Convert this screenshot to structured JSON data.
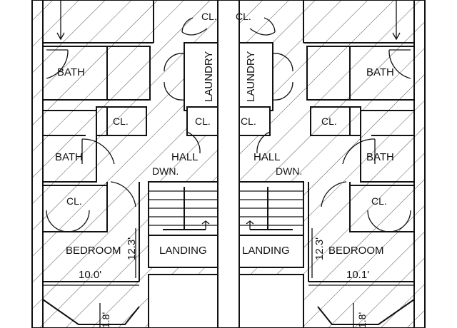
{
  "labels": {
    "closet": "CL.",
    "bath": "BATH",
    "laundry": "LAUNDRY",
    "hall": "HALL",
    "down": "DWN.",
    "bedroom": "BEDROOM",
    "landing": "LANDING"
  },
  "dimensions": {
    "left_width": "10.0'",
    "right_width": "10.1'",
    "left_depth": "12.3'",
    "right_depth": "12.3'",
    "bay_depth": "1.8'"
  }
}
